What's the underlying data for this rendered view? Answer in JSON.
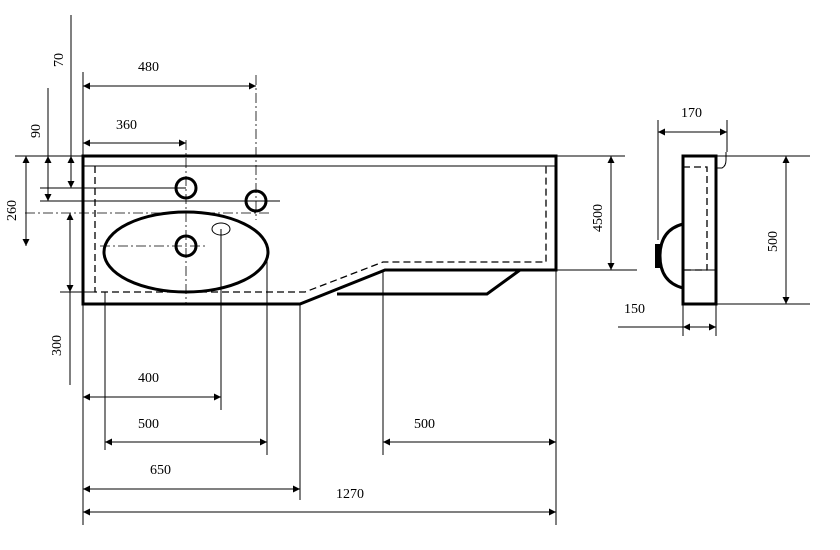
{
  "dimensions": {
    "top_480": "480",
    "top_360": "360",
    "left_70": "70",
    "left_90": "90",
    "left_260": "260",
    "left_300": "300",
    "right_4500": "4500",
    "bottom_400": "400",
    "bottom_500_left": "500",
    "bottom_650": "650",
    "bottom_500_right": "500",
    "bottom_1270": "1270",
    "side_170": "170",
    "side_500": "500",
    "side_150": "150"
  }
}
